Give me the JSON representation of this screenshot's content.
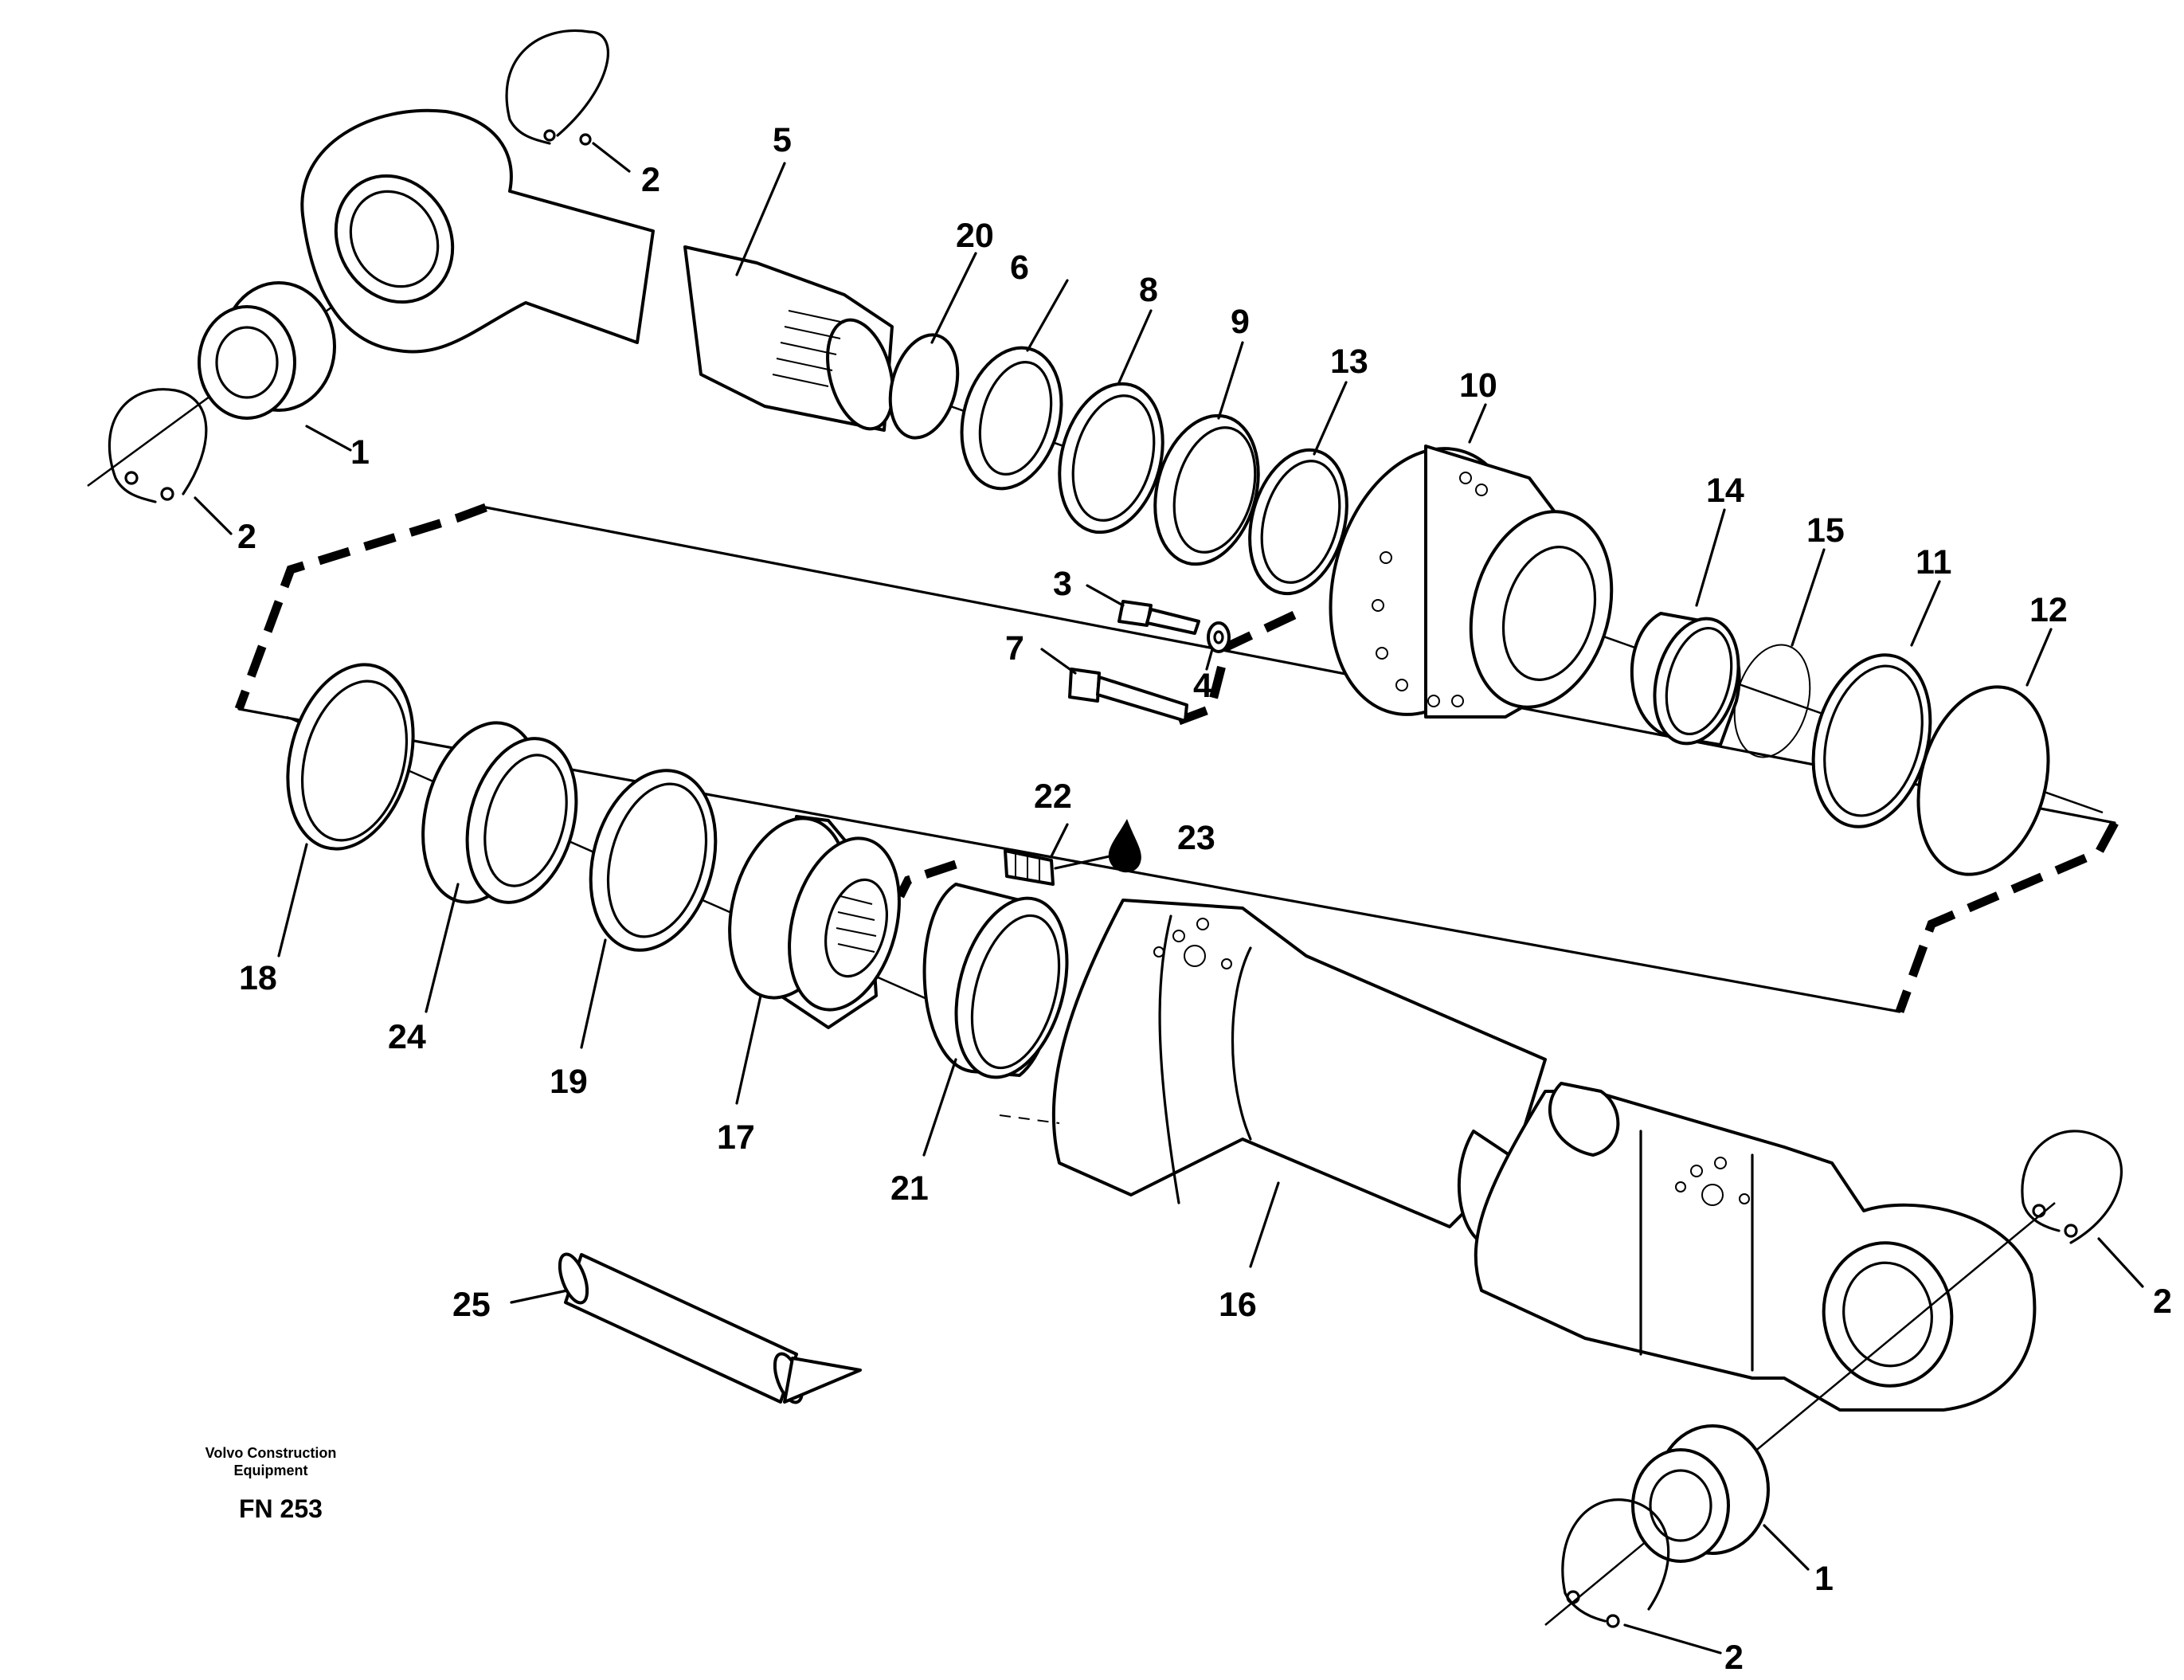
{
  "callouts": {
    "p1a": "1",
    "p1b": "1",
    "p2a": "2",
    "p2b": "2",
    "p2c": "2",
    "p2d": "2",
    "p3": "3",
    "p4": "4",
    "p5": "5",
    "p6": "6",
    "p7": "7",
    "p8": "8",
    "p9": "9",
    "p10": "10",
    "p11": "11",
    "p12": "12",
    "p13": "13",
    "p14": "14",
    "p15": "15",
    "p16": "16",
    "p17": "17",
    "p18": "18",
    "p19": "19",
    "p20": "20",
    "p21": "21",
    "p22": "22",
    "p23": "23",
    "p24": "24",
    "p25": "25"
  },
  "footer": {
    "company_line1": "Volvo Construction",
    "company_line2": "Equipment",
    "figure_code": "FN 253"
  }
}
